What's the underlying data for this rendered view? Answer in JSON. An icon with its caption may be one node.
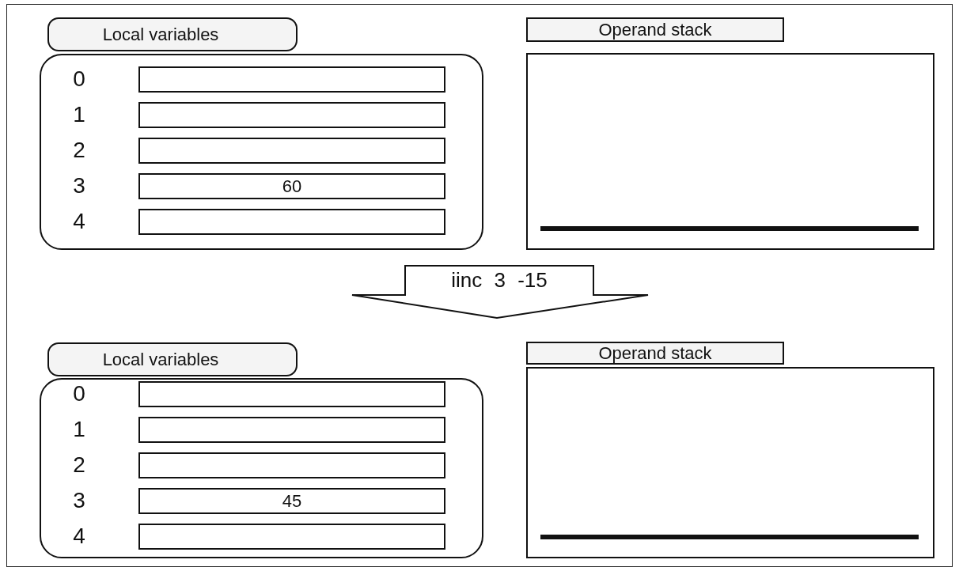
{
  "diagram": {
    "nodes": [
      {
        "text": [
          "Local variables"
        ]
      },
      {
        "text": [],
        "shape": "box"
      },
      {
        "text": [],
        "shape": "box",
        "in": 1
      },
      {
        "text": [],
        "shape": "box",
        "in": 1
      },
      {
        "text": [],
        "shape": "box",
        "in": 1
      },
      {
        "text": [
          "60"
        ],
        "in": 1
      },
      {
        "text": [],
        "shape": "box",
        "in": 1
      },
      {
        "text": [
          "Operand stack"
        ]
      },
      {
        "text": [],
        "shape": "box"
      },
      {
        "text": [
          "iinc 3 -15"
        ]
      },
      {
        "text": [
          "Local variables"
        ]
      },
      {
        "text": [],
        "shape": "box"
      },
      {
        "text": [],
        "shape": "box",
        "in": 11
      },
      {
        "text": [],
        "shape": "box",
        "in": 11
      },
      {
        "text": [],
        "shape": "box",
        "in": 11
      },
      {
        "text": [
          "45"
        ],
        "in": 11
      },
      {
        "text": [],
        "shape": "box",
        "in": 11
      },
      {
        "text": [
          "Operand stack"
        ]
      },
      {
        "text": [],
        "shape": "box"
      }
    ],
    "edges": [],
    "labels": [
      "0",
      "1",
      "2",
      "3",
      "4",
      "0",
      "1",
      "2",
      "3",
      "4"
    ]
  }
}
